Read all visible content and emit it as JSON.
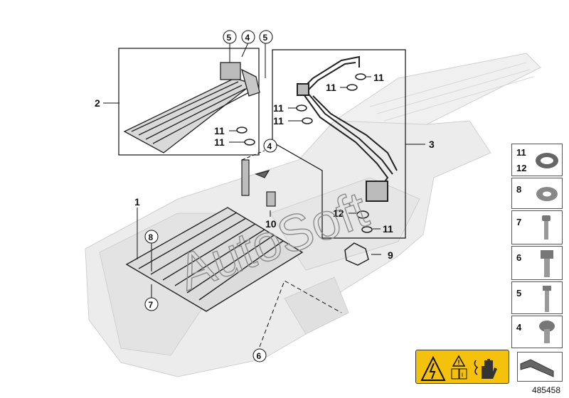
{
  "callouts": {
    "c1": "1",
    "c2": "2",
    "c3": "3",
    "c4a": "4",
    "c4b": "4",
    "c5a": "5",
    "c5b": "5",
    "c6": "6",
    "c7": "7",
    "c8": "8",
    "c9": "9",
    "c10": "10",
    "c11a": "11",
    "c11b": "11",
    "c11c": "11",
    "c11d": "11",
    "c11e": "11",
    "c11f": "11",
    "c11g": "11",
    "c12": "12"
  },
  "legend": {
    "p1_a": "11",
    "p1_b": "12",
    "p2": "8",
    "p3": "7",
    "p4": "6",
    "p5": "5",
    "p6": "4"
  },
  "watermark": "AutoSoft",
  "doc_number": "485458",
  "colors": {
    "ink": "#111111",
    "ghost": "#e2e2e2",
    "warning": "#f4c20d"
  },
  "icons": [
    "electric-hazard-icon",
    "warning-icon",
    "manual-info-icon",
    "hand-protection-icon",
    "reference-arrow-icon"
  ]
}
